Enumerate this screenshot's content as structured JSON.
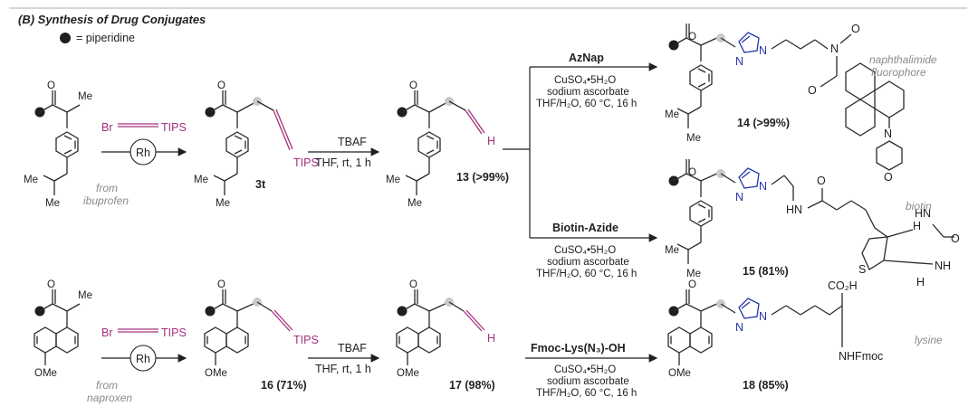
{
  "header": {
    "title": "(B) Synthesis of Drug Conjugates",
    "legend_text": "= piperidine"
  },
  "reagents": {
    "br": "Br",
    "tips": "TIPS",
    "rh": "Rh",
    "tbaf": "TBAF",
    "tbaf_cond": "THF, rt, 1 h",
    "h": "H",
    "me": "Me",
    "ome": "OMe",
    "o": "O",
    "n": "N",
    "hn": "HN",
    "nh": "NH",
    "s": "S"
  },
  "row1": {
    "source_label_1": "from",
    "source_label_2": "ibuprofen",
    "compound_3t": "3t",
    "compound_13": "13 (>99%)"
  },
  "branch_top": {
    "reagent": "AzNap",
    "cond1": "CuSO₄•5H₂O",
    "cond2": "sodium ascorbate",
    "cond3": "THF/H₂O, 60 °C, 16 h",
    "product": "14 (>99%)",
    "tag1": "naphthalimide",
    "tag2": "fluorophore"
  },
  "branch_mid": {
    "reagent": "Biotin-Azide",
    "cond1": "CuSO₄•5H₂O",
    "cond2": "sodium ascorbate",
    "cond3": "THF/H₂O, 60 °C, 16 h",
    "product": "15 (81%)",
    "tag": "biotin"
  },
  "row2": {
    "source_label_1": "from",
    "source_label_2": "naproxen",
    "compound_16": "16 (71%)",
    "compound_17": "17 (98%)"
  },
  "branch_bottom": {
    "reagent": "Fmoc-Lys(N₃)-OH",
    "cond1": "CuSO₄•5H₂O",
    "cond2": "sodium ascorbate",
    "cond3": "THF/H₂O, 60 °C, 16 h",
    "product": "18 (85%)",
    "tag": "lysine",
    "co2h": "CO₂H",
    "nhfmoc": "NHFmoc"
  },
  "colors": {
    "alkyne": "#a3317e",
    "triazole": "#2637a8",
    "text": "#1f1f1f",
    "muted": "#8a8a8a"
  }
}
